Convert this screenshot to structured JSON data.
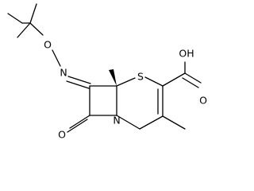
{
  "atoms": {
    "oxime_o": "O",
    "oxime_n": "N",
    "ring_s": "S",
    "carbonyl_o": "O",
    "ring_n": "N",
    "acid_oh": "OH",
    "acid_o": "O"
  },
  "colors": {
    "bond": "#000000",
    "label": "#000000",
    "background": "#ffffff"
  }
}
